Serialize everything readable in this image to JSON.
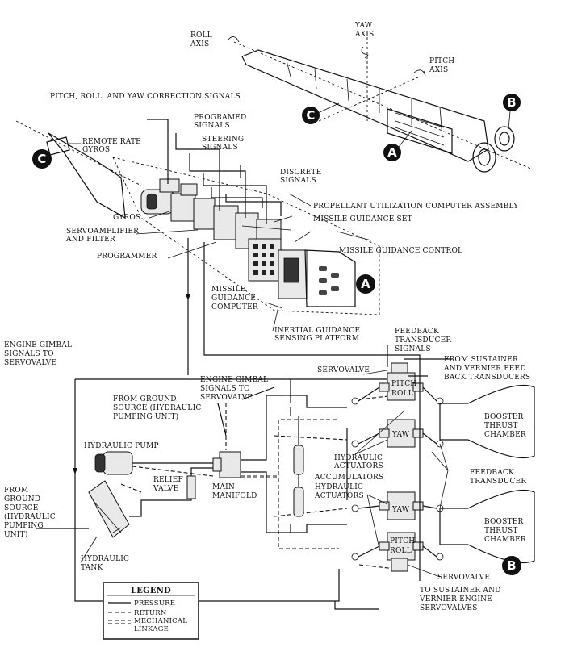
{
  "axes": {
    "roll": [
      "ROLL",
      "AXIS"
    ],
    "yaw": [
      "YAW",
      "AXIS"
    ],
    "pitch": [
      "PITCH",
      "AXIS"
    ]
  },
  "badges": {
    "a": "A",
    "b": "B",
    "c": "C"
  },
  "guidance": {
    "correction_signals": "PITCH, ROLL, AND YAW CORRECTION SIGNALS",
    "programed_signals": [
      "PROGRAMED",
      "SIGNALS"
    ],
    "steering_signals": [
      "STEERING",
      "SIGNALS"
    ],
    "discrete_signals": [
      "DISCRETE",
      "SIGNALS"
    ],
    "remote_rate_gyros": [
      "REMOTE RATE",
      "GYROS"
    ],
    "pu_computer": "PROPELLANT UTILIZATION COMPUTER ASSEMBLY",
    "missile_guidance_set": "MISSILE GUIDANCE SET",
    "gyros": "GYROS",
    "servoamplifier": [
      "SERVOAMPLIFIER",
      "AND FILTER"
    ],
    "missile_guidance_control": "MISSILE GUIDANCE CONTROL",
    "programmer": "PROGRAMMER",
    "guidance_computer": [
      "MISSILE",
      "GUIDANCE",
      "COMPUTER"
    ],
    "inertial_platform": [
      "INERTIAL GUIDANCE",
      "SENSING PLATFORM"
    ]
  },
  "hydraulics": {
    "feedback_signals": [
      "FEEDBACK",
      "TRANSDUCER",
      "SIGNALS"
    ],
    "engine_gimbal_left": [
      "ENGINE GIMBAL",
      "SIGNALS TO",
      "SERVOVALVE"
    ],
    "from_sustainer": [
      "FROM SUSTAINER",
      "AND VERNIER FEED",
      "BACK TRANSDUCERS"
    ],
    "servovalve_top": "SERVOVALVE",
    "engine_gimbal_mid": [
      "ENGINE GIMBAL",
      "SIGNALS TO",
      "SERVOVALVE"
    ],
    "from_ground_top": [
      "FROM GROUND",
      "SOURCE (HYDRAULIC",
      "PUMPING UNIT)"
    ],
    "pitch_roll": [
      "PITCH",
      "ROLL"
    ],
    "yaw": "YAW",
    "booster_chamber": [
      "BOOSTER",
      "THRUST",
      "CHAMBER"
    ],
    "hydraulic_pump": "HYDRAULIC PUMP",
    "hydraulic_actuators": [
      "HYDRAULIC",
      "ACTUATORS"
    ],
    "accumulators": "ACCUMULATORS",
    "relief_valve": [
      "RELIEF",
      "VALVE"
    ],
    "main_manifold": [
      "MAIN",
      "MANIFOLD"
    ],
    "feedback_transducer": [
      "FEEDBACK",
      "TRANSDUCER"
    ],
    "from_ground_left": [
      "FROM",
      "GROUND",
      "SOURCE",
      "(HYDRAULIC",
      "PUMPING",
      "UNIT)"
    ],
    "hydraulic_tank": [
      "HYDRAULIC",
      "TANK"
    ],
    "servovalve_bottom": "SERVOVALVE",
    "to_sustainer": [
      "TO SUSTAINER AND",
      "VERNIER ENGINE",
      "SERVOVALVES"
    ]
  },
  "legend": {
    "title": "LEGEND",
    "items": [
      {
        "label": [
          "PRESSURE"
        ],
        "style": "solid"
      },
      {
        "label": [
          "RETURN"
        ],
        "style": "dashed"
      },
      {
        "label": [
          "MECHANICAL",
          "LINKAGE"
        ],
        "style": "double-dashed"
      }
    ]
  }
}
